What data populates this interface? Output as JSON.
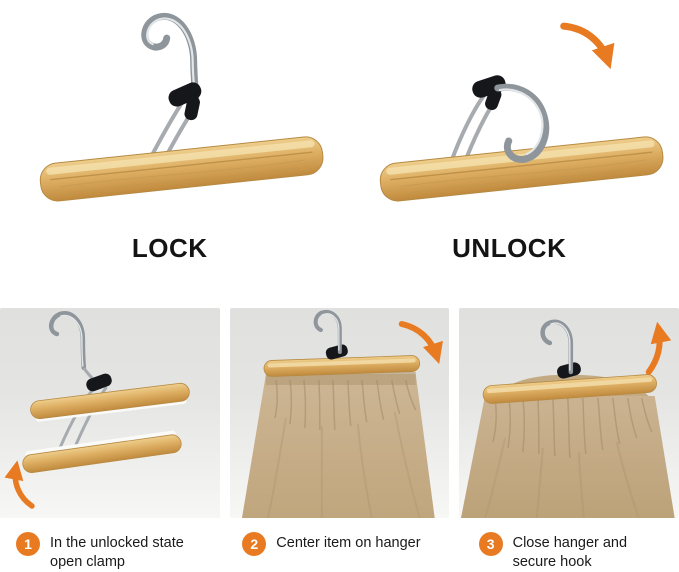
{
  "top_section": {
    "lock_label": "LOCK",
    "unlock_label": "UNLOCK",
    "unlock_arrow_icon": "curved-arrow-down-right"
  },
  "steps": [
    {
      "number": "1",
      "caption": "In the unlocked state open clamp",
      "photo_arrow_icon": "curved-arrow-up"
    },
    {
      "number": "2",
      "caption": "Center item on hanger",
      "photo_arrow_icon": "curved-arrow-down-right"
    },
    {
      "number": "3",
      "caption": "Close hanger and secure hook",
      "photo_arrow_icon": "curved-arrow-up"
    }
  ],
  "colors": {
    "accent": "#E87A22",
    "wood": "#DCAD60",
    "wood-light": "#F2DCA9",
    "fabric": "#C7AE87",
    "chrome": "#8E959B",
    "clamp": "#15171A",
    "panel-bg": "#E4E4E2",
    "text": "#141414"
  }
}
